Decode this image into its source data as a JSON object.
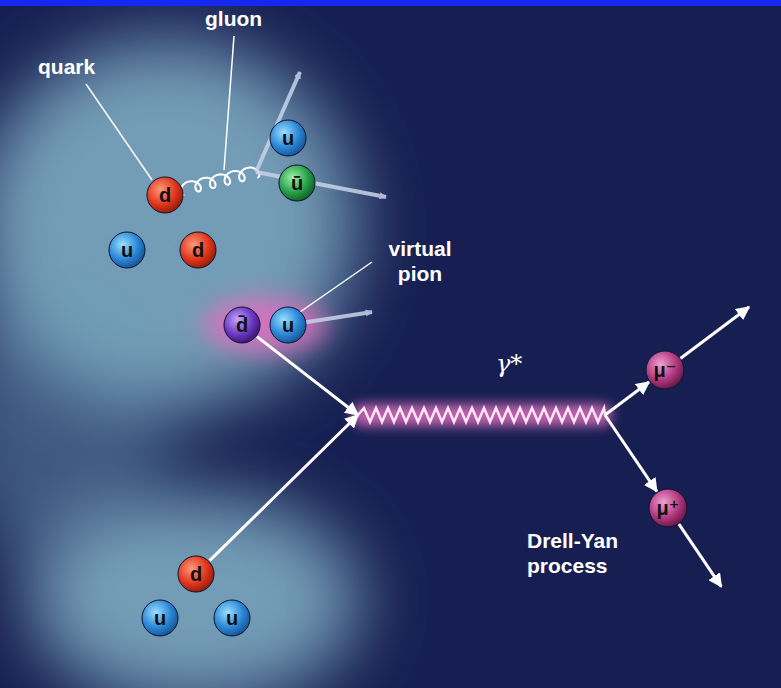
{
  "diagram": {
    "nodes": [
      {
        "text": [
          "u"
        ]
      },
      {
        "text": [
          "ū"
        ]
      },
      {
        "text": [
          "d"
        ]
      },
      {
        "text": [
          "u"
        ]
      },
      {
        "text": [
          "d"
        ]
      },
      {
        "text": [
          "d̄"
        ]
      },
      {
        "text": [
          "u"
        ]
      },
      {
        "text": [
          "γ*"
        ]
      },
      {
        "text": [
          "μ⁻"
        ]
      },
      {
        "text": [
          "μ⁺"
        ]
      },
      {
        "text": [
          "d"
        ]
      },
      {
        "text": [
          "u"
        ]
      },
      {
        "text": [
          "u"
        ]
      }
    ],
    "edges": [
      {
        "from": 5,
        "to": 7,
        "arrow": "to"
      },
      {
        "from": 10,
        "to": 7,
        "arrow": "to"
      },
      {
        "from": 7,
        "to": 8,
        "arrow": "to"
      },
      {
        "from": 7,
        "to": 9,
        "arrow": "to"
      }
    ],
    "labels": [
      "gluon",
      "quark",
      "virtual pion",
      "Drell-Yan process"
    ]
  }
}
